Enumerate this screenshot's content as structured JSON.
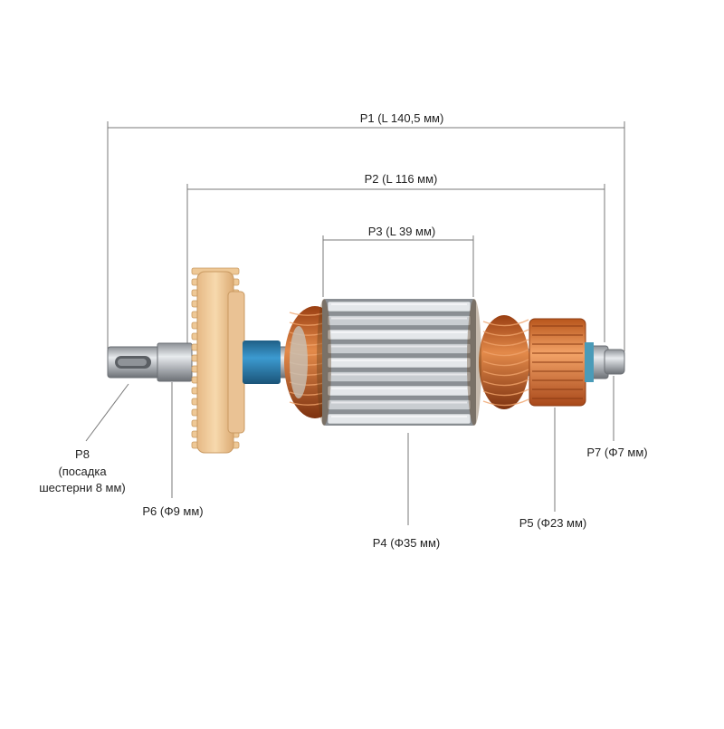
{
  "dimensions": {
    "p1": "P1 (L 140,5 мм)",
    "p2": "P2 (L 116 мм)",
    "p3": "P3 (L 39 мм)",
    "p4": "P4 (Φ35 мм)",
    "p5": "P5 (Φ23 мм)",
    "p6": "P6 (Φ9 мм)",
    "p7": "P7 (Φ7 мм)",
    "p8_line1": "P8",
    "p8_line2": "(посадка",
    "p8_line3": "шестерни 8 мм)"
  },
  "colors": {
    "line": "#7a7a7a",
    "gear": "#f2cf9e",
    "copper": "#c8632a",
    "steel": "#b9bdc2",
    "sleeve": "#2f83b5"
  }
}
